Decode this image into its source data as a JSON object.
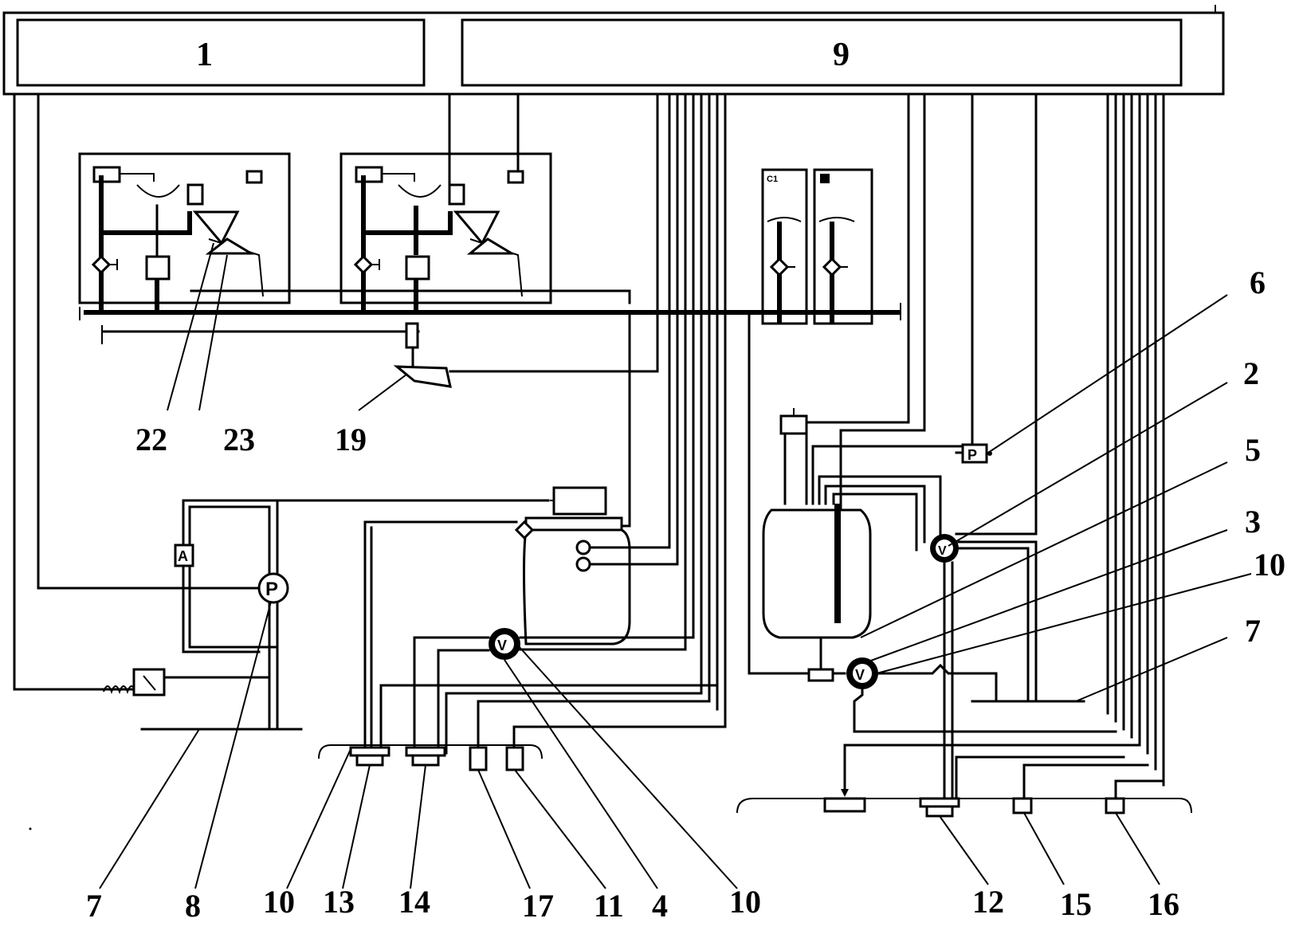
{
  "header": {
    "left_label": "1",
    "right_label": "9"
  },
  "symbols": {
    "pump_p": "P",
    "valve_v": "V",
    "sensor_a": "A",
    "cell_c1": "C1"
  },
  "callouts": {
    "c22": "22",
    "c23": "23",
    "c19": "19",
    "c6": "6",
    "c2": "2",
    "c5": "5",
    "c3": "3",
    "c10r": "10",
    "c7r": "7",
    "c7": "7",
    "c8": "8",
    "c10a": "10",
    "c13": "13",
    "c14": "14",
    "c17": "17",
    "c11": "11",
    "c4": "4",
    "c10b": "10",
    "c12": "12",
    "c15": "15",
    "c16": "16"
  }
}
